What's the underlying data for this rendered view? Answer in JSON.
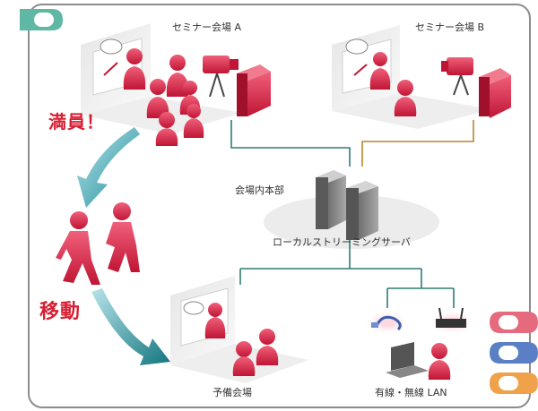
{
  "labels": {
    "room_a": "セミナー会場 A",
    "room_b": "セミナー会場 B",
    "hq": "会場内本部",
    "server": "ローカルストリーミングサーバ",
    "full": "満員！",
    "move": "移動",
    "spare_room": "予備会場",
    "network": "有線・無線 LAN"
  },
  "colors": {
    "figure_red": "#d81e4a",
    "line_teal": "#2e7d74",
    "line_brown": "#b8862f",
    "arrow_teal": "#3aa9b5",
    "tab_green": "#5fb8a3",
    "tab_red": "#e56a7e",
    "tab_blue": "#5a7fc5",
    "tab_orange": "#f0a24a"
  },
  "icons": [
    "screen-icon",
    "camera-icon",
    "server-tower-icon",
    "person-icon",
    "walking-people-icon",
    "cable-icon",
    "router-icon",
    "laptop-icon",
    "curved-arrow-icon",
    "tab-marker-icon"
  ]
}
